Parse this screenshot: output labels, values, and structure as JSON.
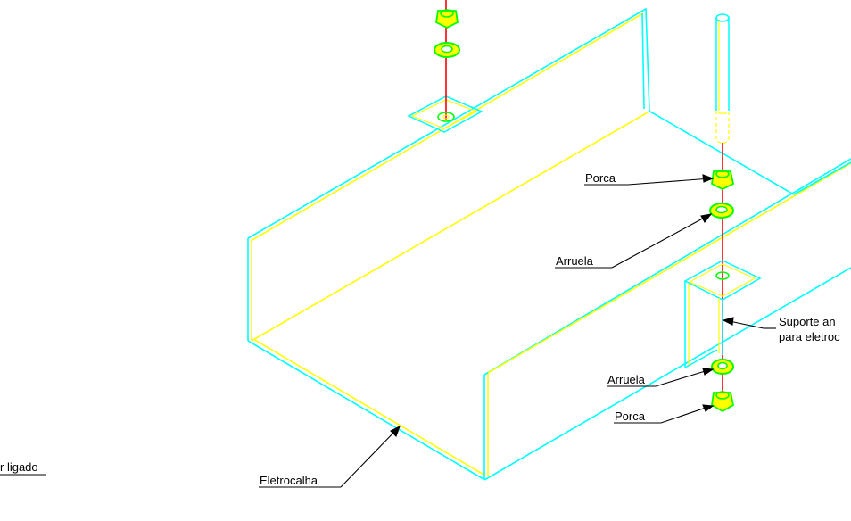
{
  "colors": {
    "background": "#ffffff",
    "outline": "#00ffff",
    "inner_edge": "#ffff00",
    "rod": "#ff0000",
    "hardware": "#00ff00",
    "hardware_fill": "#ffff00",
    "label": "#000000"
  },
  "labels": {
    "porca_top": "Porca",
    "arruela_top": "Arruela",
    "suporte_line1": "Suporte an",
    "suporte_line2": "para eletroc",
    "arruela_bottom": "Arruela",
    "porca_bottom": "Porca",
    "eletrocalha": "Eletrocalha",
    "left_fragment": "r ligado"
  }
}
